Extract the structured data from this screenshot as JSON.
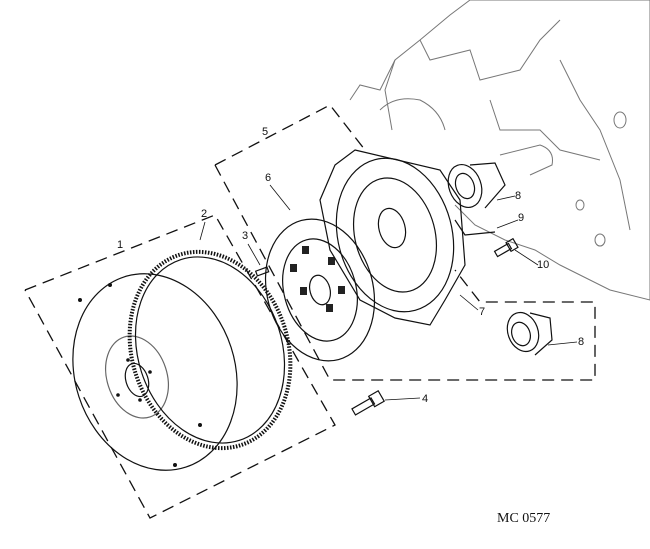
{
  "diagram": {
    "figure_code": "MC 0577",
    "callouts": [
      {
        "id": "callout-1",
        "text": "1"
      },
      {
        "id": "callout-2",
        "text": "2"
      },
      {
        "id": "callout-3",
        "text": "3"
      },
      {
        "id": "callout-4",
        "text": "4"
      },
      {
        "id": "callout-5",
        "text": "5"
      },
      {
        "id": "callout-6",
        "text": "6"
      },
      {
        "id": "callout-7",
        "text": "7"
      },
      {
        "id": "callout-8a",
        "text": "8"
      },
      {
        "id": "callout-8b",
        "text": "8"
      },
      {
        "id": "callout-9",
        "text": "9"
      },
      {
        "id": "callout-10",
        "text": "10"
      }
    ]
  }
}
